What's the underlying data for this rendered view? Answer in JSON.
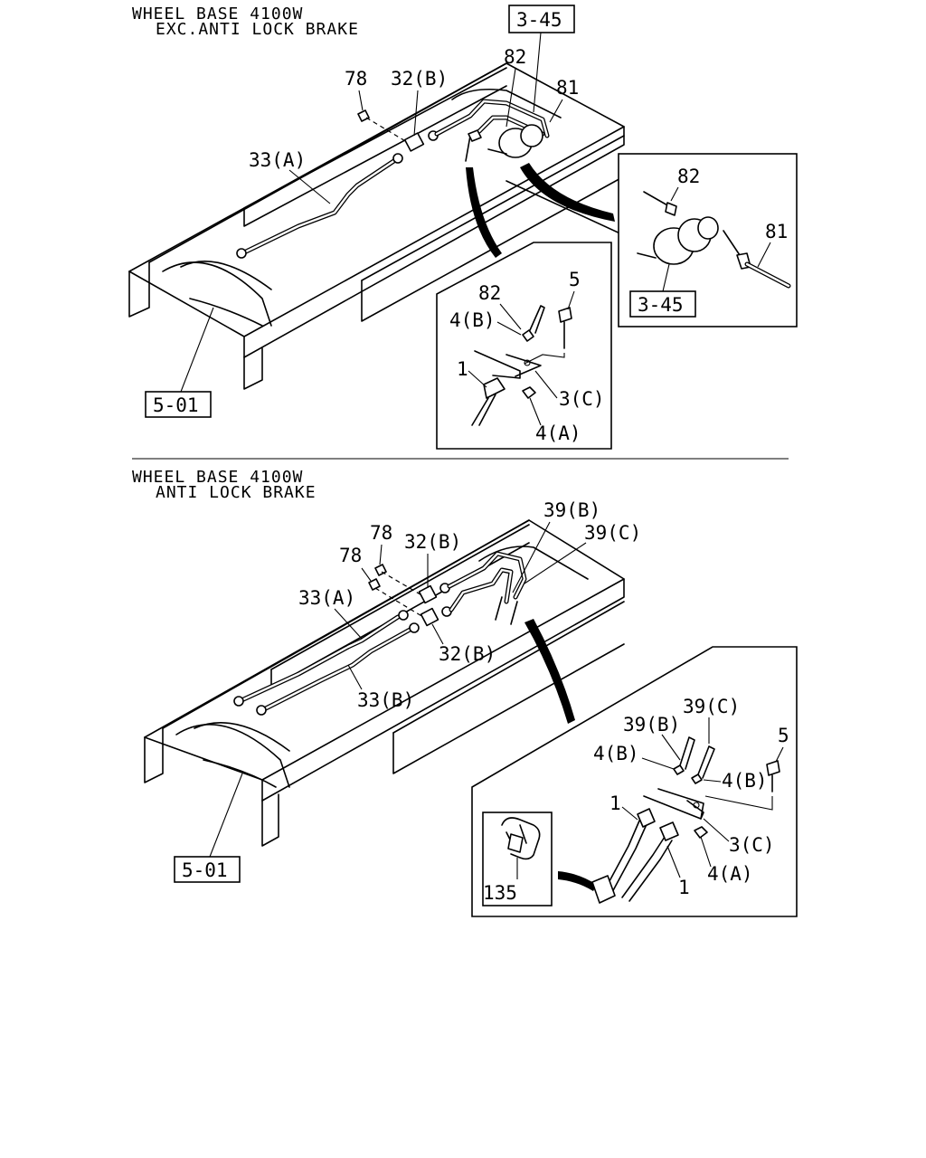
{
  "top_section": {
    "heading_line1": "WHEEL BASE 4100W",
    "heading_line2": "EXC.ANTI LOCK BRAKE",
    "refs": {
      "ref_a": "3-45",
      "ref_b": "3-45",
      "ref_c": "5-01"
    },
    "labels": {
      "p78": "78",
      "p32b": "32(B)",
      "p82": "82",
      "p81": "81",
      "p33a": "33(A)",
      "inset_82": "82",
      "inset_81": "81",
      "d_82": "82",
      "d_5": "5",
      "d_4b": "4(B)",
      "d_1": "1",
      "d_3c": "3(C)",
      "d_4a": "4(A)"
    }
  },
  "bottom_section": {
    "heading_line1": "WHEEL BASE 4100W",
    "heading_line2": "ANTI LOCK BRAKE",
    "refs": {
      "ref_c": "5-01"
    },
    "labels": {
      "p78a": "78",
      "p78b": "78",
      "p32b_top": "32(B)",
      "p32b_bottom": "32(B)",
      "p33a": "33(A)",
      "p33b": "33(B)",
      "p39b": "39(B)",
      "p39c": "39(C)",
      "d_39b": "39(B)",
      "d_39c": "39(C)",
      "d_4b_left": "4(B)",
      "d_4b_right": "4(B)",
      "d_5": "5",
      "d_1_left": "1",
      "d_1_right": "1",
      "d_3c": "3(C)",
      "d_4a": "4(A)",
      "clip_135": "135"
    }
  }
}
